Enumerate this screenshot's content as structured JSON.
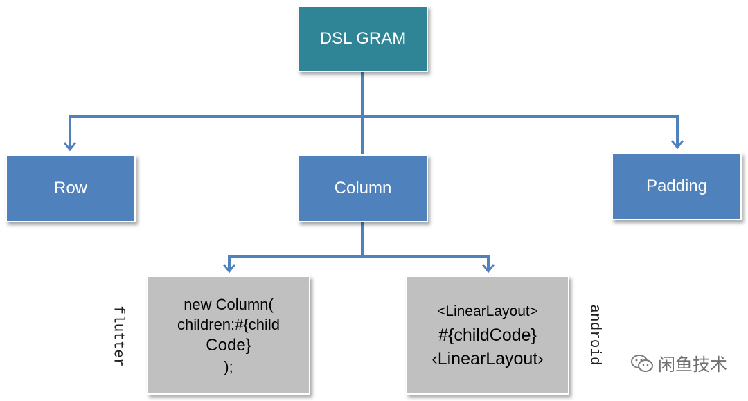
{
  "nodes": {
    "root": "DSL GRAM",
    "row": "Row",
    "column": "Column",
    "padding": "Padding"
  },
  "flutter_code": [
    "new Column(",
    "children:#{child",
    "Code}",
    ");"
  ],
  "android_code": [
    "<LinearLayout>",
    "#{childCode}",
    "‹LinearLayout›"
  ],
  "labels": {
    "flutter": "flutter",
    "android": "android"
  },
  "watermark": "闲鱼技术",
  "colors": {
    "root_fill": "#2f8496",
    "node_fill": "#4f81bd",
    "code_fill": "#c0c0c0",
    "connector": "#4f81bd"
  }
}
